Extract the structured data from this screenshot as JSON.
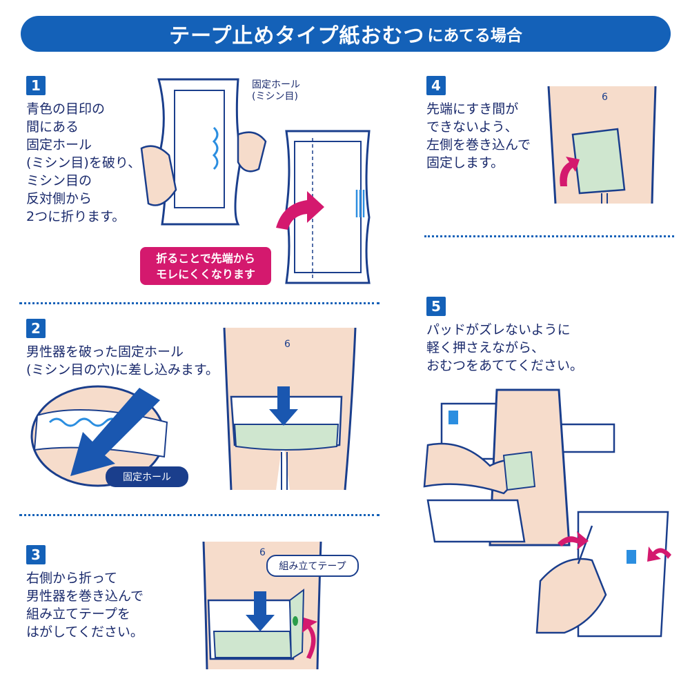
{
  "header": {
    "title_main": "テープ止めタイプ紙おむつ",
    "title_sub": "にあてる場合"
  },
  "steps": [
    {
      "number": "1",
      "text": "青色の目印の\n間にある\n固定ホール\n(ミシン目)を破り、\nミシン目の\n反対側から\n2つに折ります。"
    },
    {
      "number": "2",
      "text": "男性器を破った固定ホール\n(ミシン目の穴)に差し込みます。"
    },
    {
      "number": "3",
      "text": "右側から折って\n男性器を巻き込んで\n組み立てテープを\nはがしてください。"
    },
    {
      "number": "4",
      "text": "先端にすき間が\nできないよう、\n左側を巻き込んで\n固定します。"
    },
    {
      "number": "5",
      "text": "パッドがズレないように\n軽く押さえながら、\nおむつをあててください。"
    }
  ],
  "labels": {
    "fixed_hole_callout": "固定ホール\n(ミシン目)",
    "fold_note_line1": "折ることで先端から",
    "fold_note_line2": "モレにくくなります",
    "fixed_hole_pill": "固定ホール",
    "assembly_tape_pill": "組み立てテープ"
  },
  "colors": {
    "brand_blue": "#1461b8",
    "navy": "#1a3e8c",
    "accent_pink": "#d4196e",
    "skin": "#f6dccb",
    "pad_green": "#cfe6cf"
  }
}
